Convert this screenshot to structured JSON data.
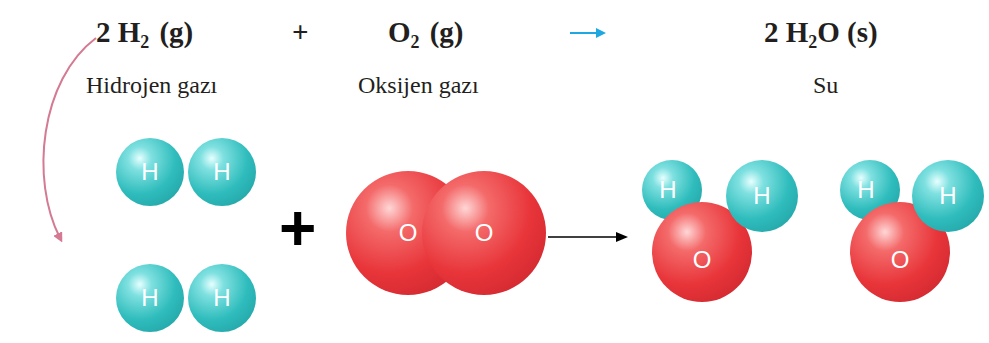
{
  "diagram": {
    "nodes": [
      {
        "text": [
          "H"
        ]
      },
      {
        "text": [
          "H"
        ]
      },
      {
        "text": [
          "H"
        ]
      },
      {
        "text": [
          "H"
        ]
      },
      {
        "text": [
          "O"
        ]
      },
      {
        "text": [
          "O"
        ]
      },
      {
        "text": [
          "H"
        ]
      },
      {
        "text": [
          "H"
        ]
      },
      {
        "text": [
          "O"
        ]
      },
      {
        "text": [
          "H"
        ]
      },
      {
        "text": [
          "H"
        ]
      },
      {
        "text": [
          "O"
        ]
      }
    ],
    "labels": [
      "2 H",
      "2",
      "(g)",
      "+",
      "O",
      "2",
      "(g)",
      "2 H",
      "2",
      "O (s)",
      "Hidrojen gazı",
      "Oksijen gazı",
      "Su",
      "+"
    ]
  }
}
